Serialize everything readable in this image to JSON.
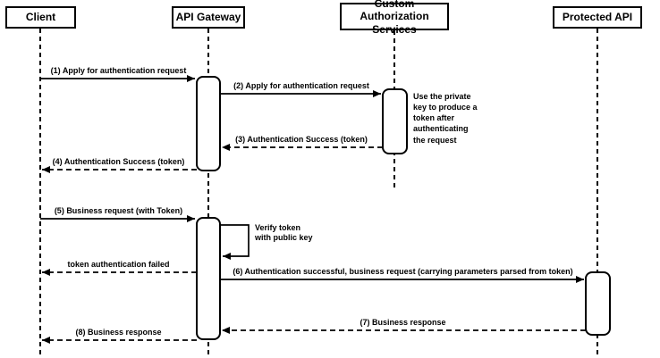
{
  "diagram_type": "sequence-diagram",
  "colors": {
    "background": "#ffffff",
    "stroke": "#000000",
    "box_fill": "#ffffff",
    "text": "#000000"
  },
  "actors": [
    {
      "id": "client",
      "label": "Client"
    },
    {
      "id": "api-gateway",
      "label": "API Gateway"
    },
    {
      "id": "custom-authorization-services",
      "label": "Custom Authorization\nServices"
    },
    {
      "id": "protected-api",
      "label": "Protected API"
    }
  ],
  "messages": [
    {
      "label": "(1) Apply for authentication request",
      "from": "Client",
      "to": "API Gateway",
      "line": "solid"
    },
    {
      "label": "(2) Apply for authentication request",
      "from": "API Gateway",
      "to": "Custom Authorization Services",
      "line": "solid"
    },
    {
      "label": "(3) Authentication Success (token)",
      "from": "Custom Authorization Services",
      "to": "API Gateway",
      "line": "dashed"
    },
    {
      "label": "(4) Authentication Success (token)",
      "from": "API Gateway",
      "to": "Client",
      "line": "dashed"
    },
    {
      "label": "(5) Business request (with Token)",
      "from": "Client",
      "to": "API Gateway",
      "line": "solid"
    },
    {
      "label": "Verify token\nwith public key",
      "from": "API Gateway",
      "to": "API Gateway",
      "line": "solid"
    },
    {
      "label": "token authentication failed",
      "from": "API Gateway",
      "to": "Client",
      "line": "dashed"
    },
    {
      "label": "(6) Authentication successful, business request (carrying parameters parsed from token)",
      "from": "API Gateway",
      "to": "Protected API",
      "line": "solid"
    },
    {
      "label": "(7) Business response",
      "from": "Protected API",
      "to": "API Gateway",
      "line": "dashed"
    },
    {
      "label": "(8) Business response",
      "from": "API Gateway",
      "to": "Client",
      "line": "dashed"
    }
  ],
  "note": {
    "label": "Use the private\nkey to produce a\ntoken after\nauthenticating\nthe request",
    "attached_to": "Custom Authorization Services"
  }
}
